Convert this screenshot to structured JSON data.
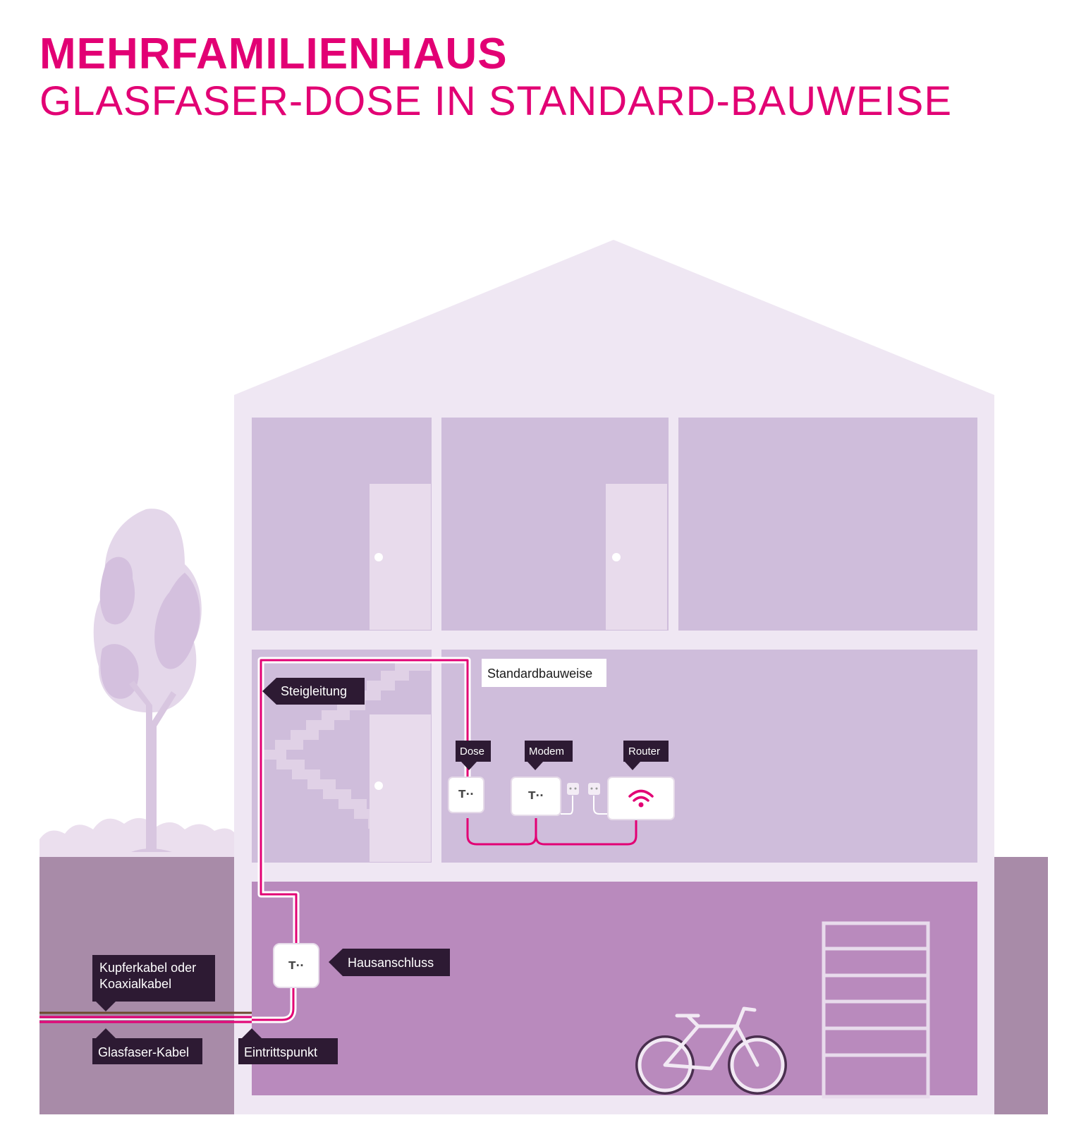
{
  "header": {
    "title": "MEHRFAMILIENHAUS",
    "subtitle": "GLASFASER-DOSE IN STANDARD-BAUWEISE"
  },
  "colors": {
    "accent": "#e20074",
    "label_bg": "#2d1a33",
    "roof": "#efe7f3",
    "room": "#cfbddb",
    "basement": "#b98abd",
    "ground": "#a88ba8"
  },
  "labels": {
    "steigleitung": "Steigleitung",
    "standardbauweise": "Standardbauweise",
    "dose": "Dose",
    "modem": "Modem",
    "router": "Router",
    "hausanschluss": "Hausanschluss",
    "kupferkabel_line1": "Kupferkabel oder",
    "kupferkabel_line2": "Koaxialkabel",
    "glasfaser_kabel": "Glasfaser-Kabel",
    "eintrittspunkt": "Eintrittspunkt"
  },
  "icons": {
    "telekom_logo": "T··",
    "wifi": "wifi-icon",
    "bike": "bicycle-icon",
    "shelf": "shelf-icon",
    "tree": "tree-icon"
  }
}
